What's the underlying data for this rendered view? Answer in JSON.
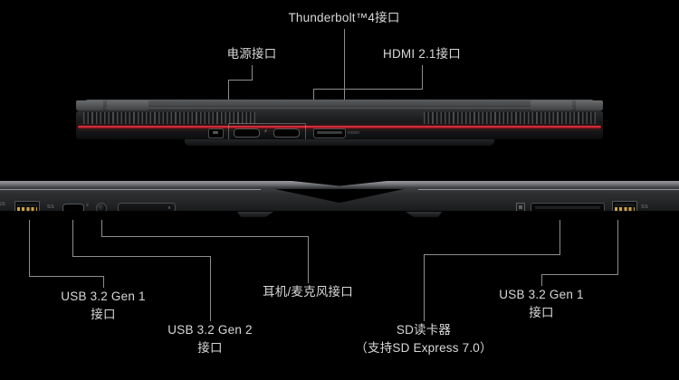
{
  "meta": {
    "background_color": "#000000",
    "label_color": "#d8d8d8",
    "leader_color": "#8e8e8e",
    "accent_color": "#c0232e"
  },
  "callouts": {
    "power": {
      "line1": "电源接口",
      "line2": ""
    },
    "thunderbolt": {
      "line1": "Thunderbolt™4接口",
      "line2": ""
    },
    "hdmi": {
      "line1": "HDMI 2.1接口",
      "line2": ""
    },
    "usb_gen1_left": {
      "line1": "USB 3.2 Gen 1",
      "line2": "接口"
    },
    "usb_gen2_left": {
      "line1": "USB 3.2 Gen 2",
      "line2": "接口"
    },
    "audio": {
      "line1": "耳机/麦克风接口",
      "line2": ""
    },
    "sd_reader": {
      "line1": "SD读卡器",
      "line2": "（支持SD Express 7.0）"
    },
    "usb_gen1_right": {
      "line1": "USB 3.2 Gen 1",
      "line2": "接口"
    }
  },
  "rear_view": {
    "name": "laptop-rear-view",
    "ports": [
      {
        "id": "power-port",
        "type": "barrel-power"
      },
      {
        "id": "thunderbolt-port-1",
        "type": "usb-c"
      },
      {
        "id": "thunderbolt-port-2",
        "type": "usb-c"
      },
      {
        "id": "hdmi-port",
        "type": "hdmi"
      }
    ],
    "hdmi_marking": "HDMI"
  },
  "left_side_view": {
    "name": "laptop-left-side-view",
    "ports": [
      {
        "id": "usb-a-port-left",
        "type": "usb-a",
        "marking": "SS"
      },
      {
        "id": "usb-c-port-left",
        "type": "usb-c",
        "marking": "SS"
      },
      {
        "id": "audio-jack",
        "type": "3.5mm-combo-jack"
      },
      {
        "id": "left-vent-slot",
        "type": "vent"
      }
    ]
  },
  "right_side_view": {
    "name": "laptop-right-side-view",
    "ports": [
      {
        "id": "sd-card-slot",
        "type": "sd-express"
      },
      {
        "id": "usb-a-port-right",
        "type": "usb-a",
        "marking": "SS"
      }
    ]
  }
}
